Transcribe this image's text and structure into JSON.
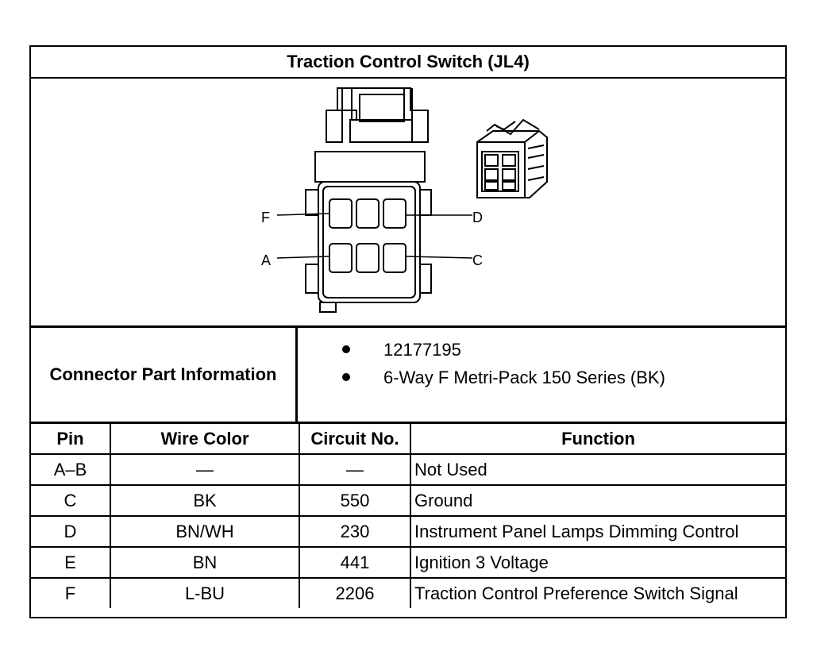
{
  "title": "Traction Control Switch (JL4)",
  "connector_view": {
    "pin_callouts": [
      "F",
      "D",
      "A",
      "C"
    ],
    "icons": [
      "connector-face-drawing",
      "connector-isometric-drawing"
    ]
  },
  "connector_info": {
    "label": "Connector Part Information",
    "items": [
      "12177195",
      "6-Way F Metri-Pack 150 Series (BK)"
    ]
  },
  "pin_table": {
    "headers": [
      "Pin",
      "Wire Color",
      "Circuit No.",
      "Function"
    ],
    "rows": [
      {
        "pin": "A–B",
        "wire": "—",
        "circuit": "—",
        "function": "Not Used"
      },
      {
        "pin": "C",
        "wire": "BK",
        "circuit": "550",
        "function": "Ground"
      },
      {
        "pin": "D",
        "wire": "BN/WH",
        "circuit": "230",
        "function": "Instrument Panel Lamps Dimming Control"
      },
      {
        "pin": "E",
        "wire": "BN",
        "circuit": "441",
        "function": "Ignition 3 Voltage"
      },
      {
        "pin": "F",
        "wire": "L-BU",
        "circuit": "2206",
        "function": "Traction Control Preference Switch Signal"
      }
    ]
  }
}
